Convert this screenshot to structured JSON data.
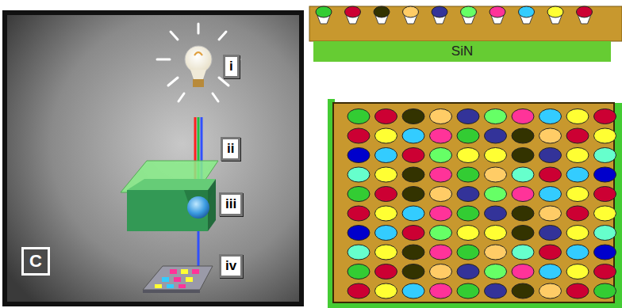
{
  "diagram": {
    "nodes": [
      {
        "text": [
          "i"
        ]
      },
      {
        "text": [
          "ii"
        ]
      },
      {
        "text": [
          "iii"
        ]
      },
      {
        "text": [
          "iv"
        ]
      },
      {
        "text": [
          "C"
        ]
      },
      {
        "text": [
          "SiN"
        ]
      }
    ]
  }
}
